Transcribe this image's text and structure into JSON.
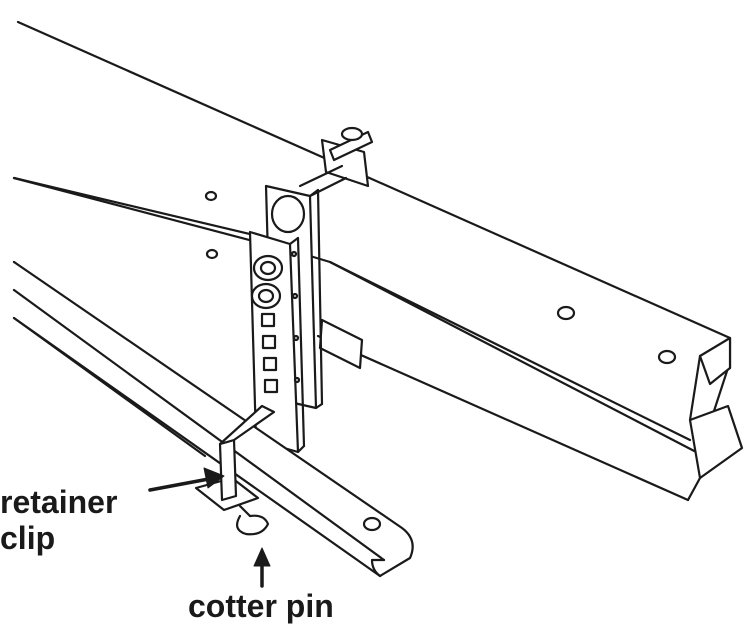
{
  "labels": {
    "retainer_clip_line1": "retainer",
    "retainer_clip_line2": "clip",
    "cotter_pin": "cotter pin"
  },
  "colors": {
    "line": "#1a1a1a",
    "fill": "#ffffff",
    "background": "#ffffff"
  }
}
